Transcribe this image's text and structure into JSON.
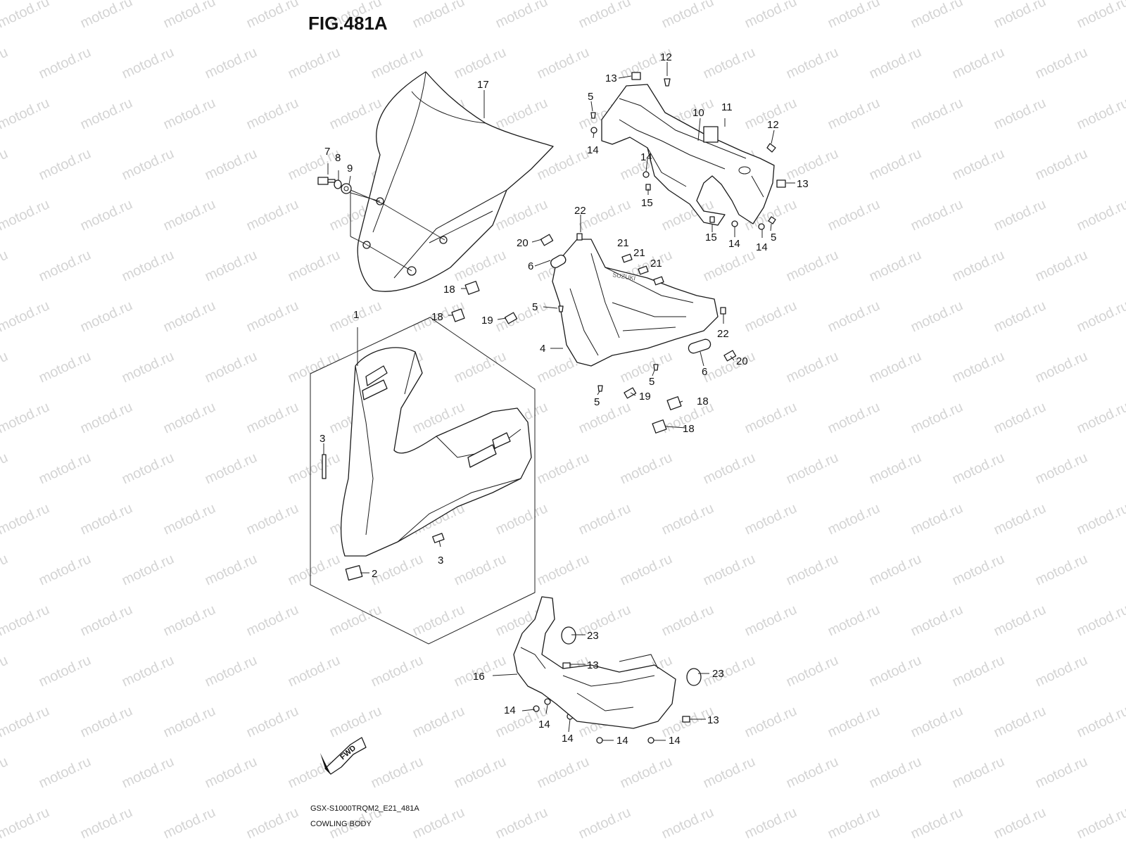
{
  "figure": {
    "title": "FIG.481A",
    "code": "GSX-S1000TRQM2_E21_481A",
    "name": "COWLING BODY",
    "direction_label": "FWD"
  },
  "watermark": "motod.ru",
  "callouts": [
    {
      "id": "c17",
      "label": "17"
    },
    {
      "id": "c7",
      "label": "7"
    },
    {
      "id": "c8",
      "label": "8"
    },
    {
      "id": "c9",
      "label": "9"
    },
    {
      "id": "c12a",
      "label": "12"
    },
    {
      "id": "c13a",
      "label": "13"
    },
    {
      "id": "c5a",
      "label": "5"
    },
    {
      "id": "c10",
      "label": "10"
    },
    {
      "id": "c11",
      "label": "11"
    },
    {
      "id": "c12b",
      "label": "12"
    },
    {
      "id": "c14a",
      "label": "14"
    },
    {
      "id": "c14b",
      "label": "14"
    },
    {
      "id": "c15a",
      "label": "15"
    },
    {
      "id": "c13b",
      "label": "13"
    },
    {
      "id": "c15b",
      "label": "15"
    },
    {
      "id": "c14c",
      "label": "14"
    },
    {
      "id": "c14d",
      "label": "14"
    },
    {
      "id": "c5b",
      "label": "5"
    },
    {
      "id": "c22a",
      "label": "22"
    },
    {
      "id": "c20a",
      "label": "20"
    },
    {
      "id": "c21a",
      "label": "21"
    },
    {
      "id": "c21b",
      "label": "21"
    },
    {
      "id": "c21c",
      "label": "21"
    },
    {
      "id": "c6a",
      "label": "6"
    },
    {
      "id": "c18a",
      "label": "18"
    },
    {
      "id": "c5c",
      "label": "5"
    },
    {
      "id": "c18b",
      "label": "18"
    },
    {
      "id": "c19a",
      "label": "19"
    },
    {
      "id": "c22b",
      "label": "22"
    },
    {
      "id": "c4",
      "label": "4"
    },
    {
      "id": "c6b",
      "label": "6"
    },
    {
      "id": "c20b",
      "label": "20"
    },
    {
      "id": "c5d",
      "label": "5"
    },
    {
      "id": "c19b",
      "label": "19"
    },
    {
      "id": "c5e",
      "label": "5"
    },
    {
      "id": "c18c",
      "label": "18"
    },
    {
      "id": "c18d",
      "label": "18"
    },
    {
      "id": "c1",
      "label": "1"
    },
    {
      "id": "c3a",
      "label": "3"
    },
    {
      "id": "c3b",
      "label": "3"
    },
    {
      "id": "c2",
      "label": "2"
    },
    {
      "id": "c23a",
      "label": "23"
    },
    {
      "id": "c13c",
      "label": "13"
    },
    {
      "id": "c16",
      "label": "16"
    },
    {
      "id": "c23b",
      "label": "23"
    },
    {
      "id": "c13d",
      "label": "13"
    },
    {
      "id": "c14e",
      "label": "14"
    },
    {
      "id": "c14f",
      "label": "14"
    },
    {
      "id": "c14g",
      "label": "14"
    },
    {
      "id": "c14h",
      "label": "14"
    },
    {
      "id": "c14i",
      "label": "14"
    }
  ]
}
